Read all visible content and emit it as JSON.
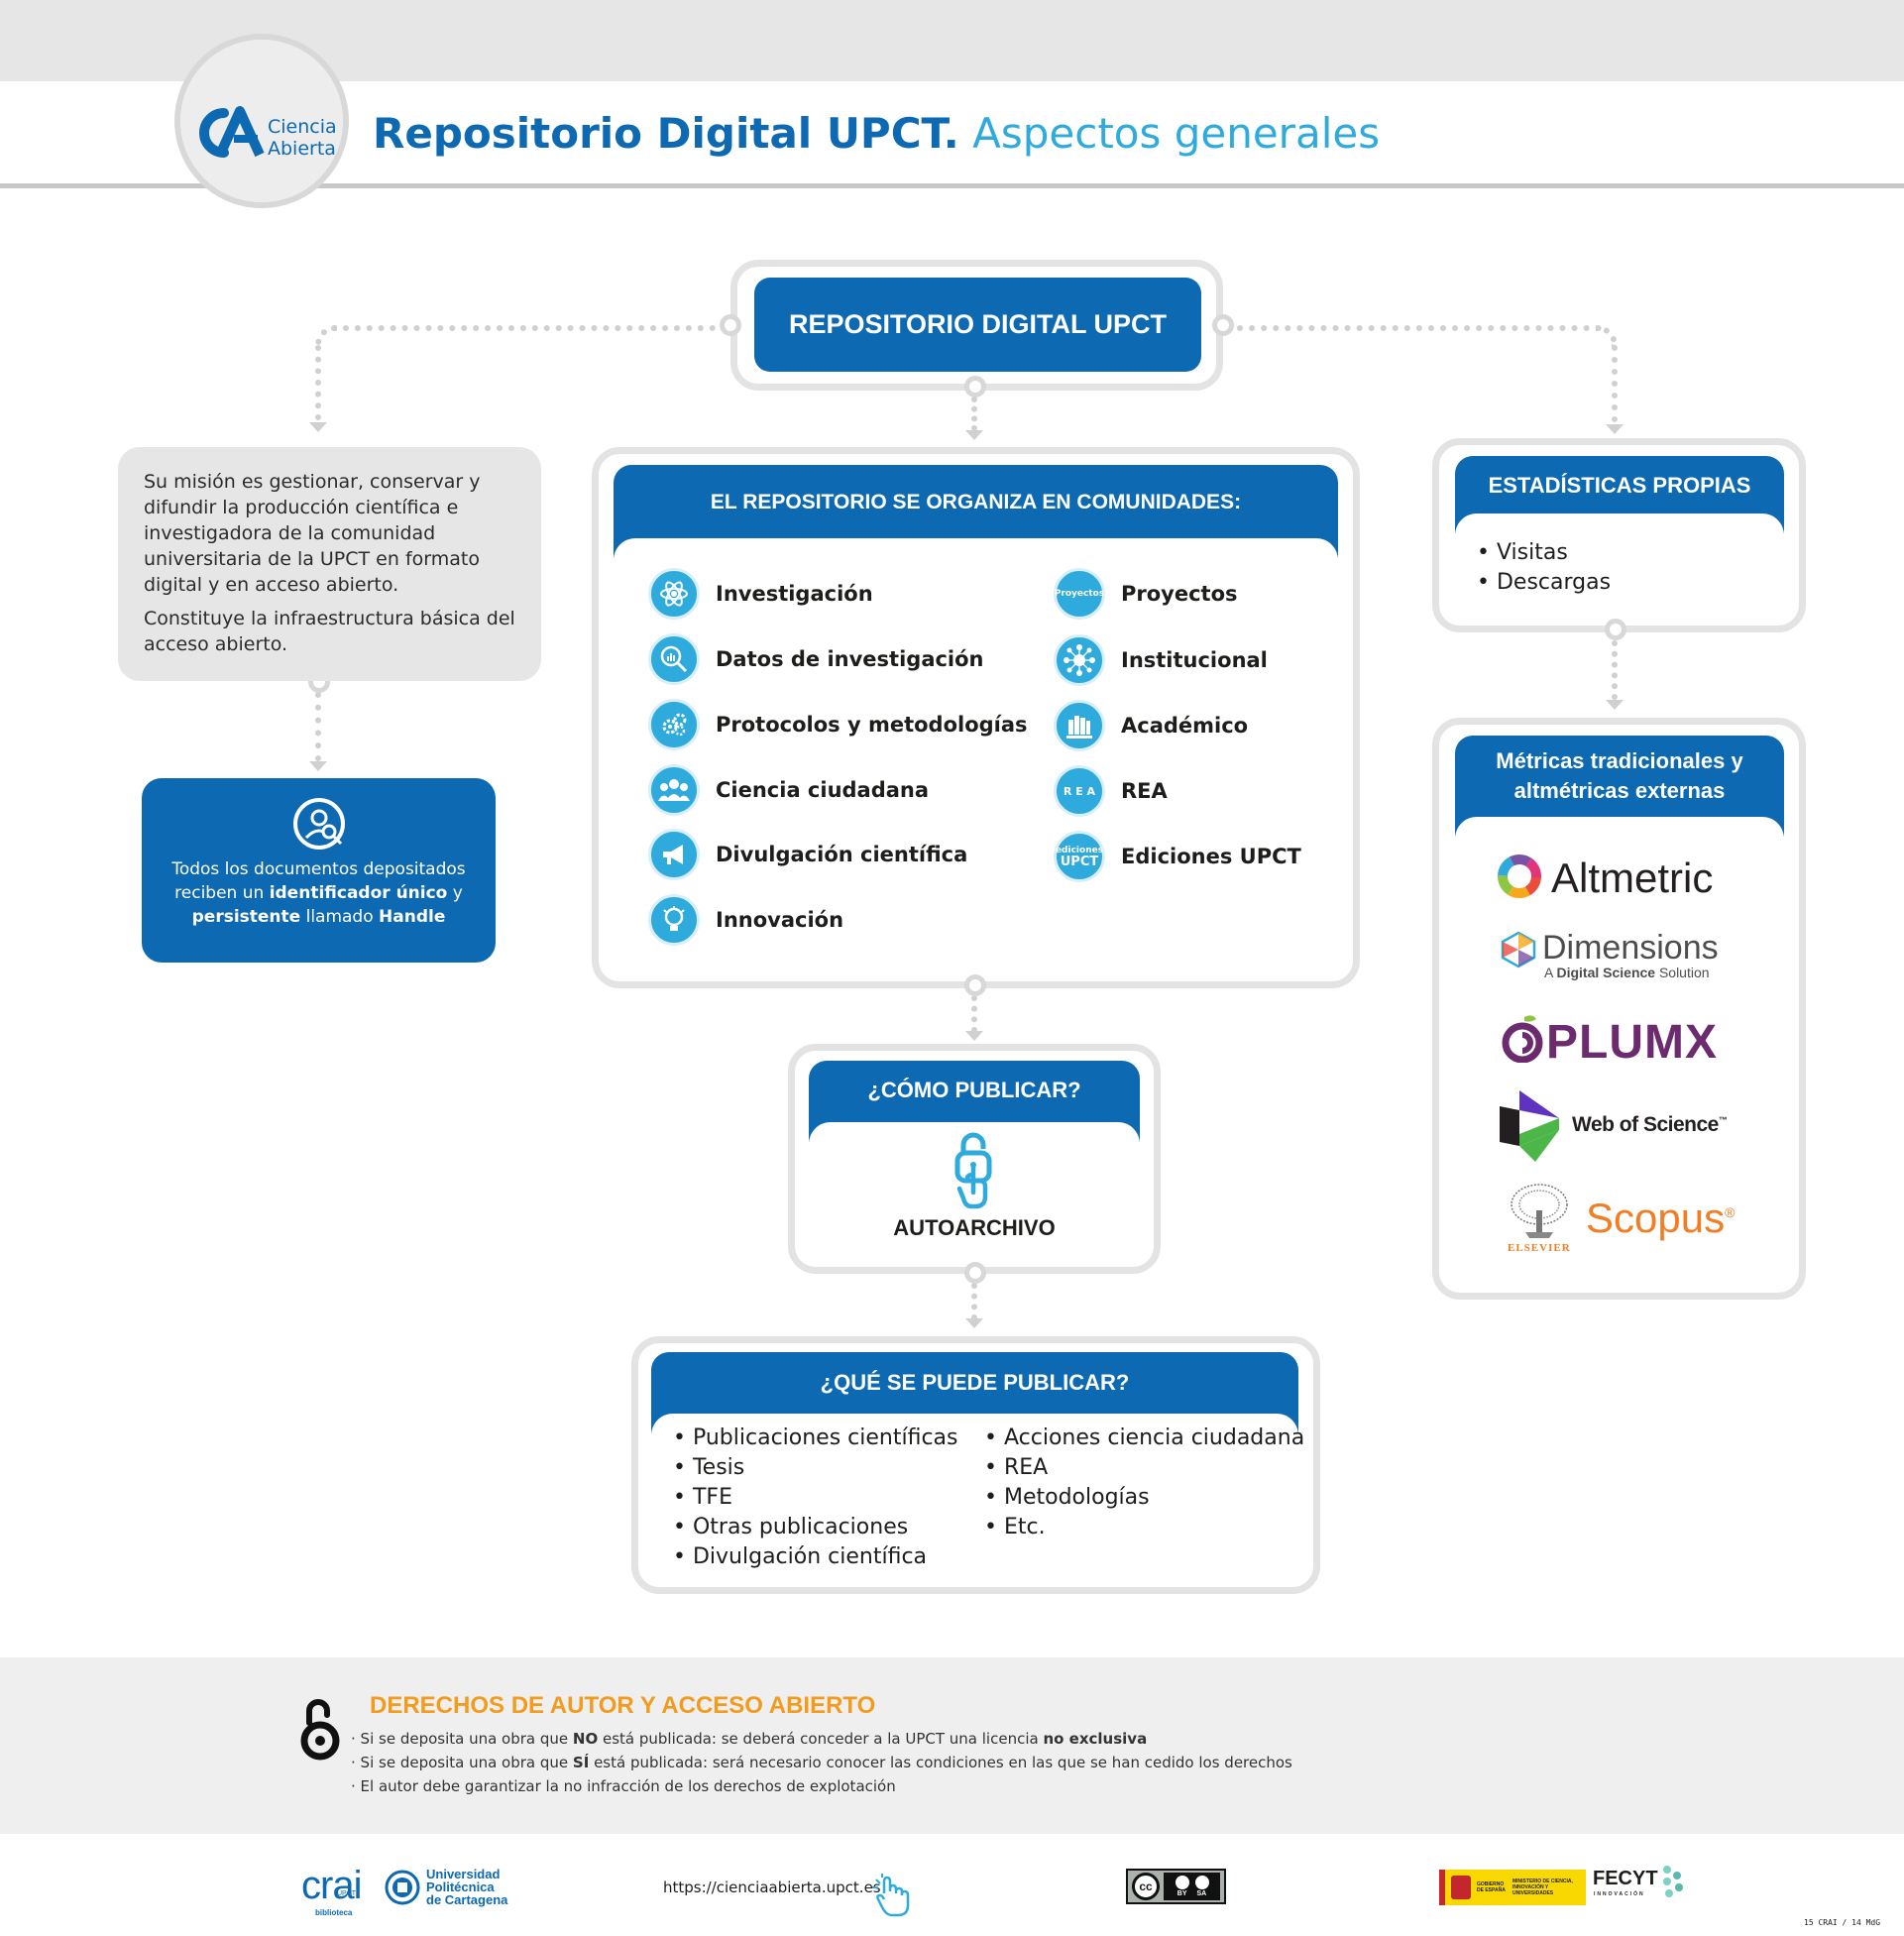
{
  "header": {
    "logo_line1": "Ciencia",
    "logo_line2": "Abierta",
    "title_bold": "Repositorio Digital UPCT.",
    "title_light": "Aspectos generales"
  },
  "repo_title": "REPOSITORIO DIGITAL UPCT",
  "mission": {
    "p1": "Su misión es gestionar, conservar y difundir la producción científica e investigadora de la comunidad universitaria de la UPCT en formato digital y en acceso abierto.",
    "p2": "Constituye la infraestructura básica del acceso abierto."
  },
  "handle": {
    "t1": "Todos los documentos depositados reciben un ",
    "b1": "identificador único",
    "t2": " y ",
    "b2": "persistente",
    "t3": " llamado ",
    "b3": "Handle"
  },
  "communities": {
    "title_a": "EL REPOSITORIO SE ORGANIZA EN ",
    "title_b": "COMUNIDADES:",
    "left": [
      "Investigación",
      "Datos de investigación",
      "Protocolos y metodologías",
      "Ciencia ciudadana",
      "Divulgación científica",
      "Innovación"
    ],
    "right": [
      "Proyectos",
      "Institucional",
      "Académico",
      "REA",
      "Ediciones UPCT"
    ],
    "icon_text_proyectos": "Proyectos",
    "icon_text_rea": "R E A",
    "icon_text_ed1": "ediciones",
    "icon_text_ed2": "UPCT"
  },
  "publish": {
    "title": "¿CÓMO PUBLICAR?",
    "label": "AUTOARCHIVO"
  },
  "what": {
    "title": "¿QUÉ SE PUEDE PUBLICAR?",
    "left": [
      "Publicaciones científicas",
      "Tesis",
      "TFE",
      "Otras publicaciones",
      "Divulgación científica"
    ],
    "right": [
      "Acciones ciencia ciudadana",
      "REA",
      "Metodologías",
      "Etc."
    ]
  },
  "stats": {
    "title": "ESTADÍSTICAS PROPIAS",
    "items": [
      "Visitas",
      "Descargas"
    ]
  },
  "metrics": {
    "title": "Métricas tradicionales y altmétricas externas",
    "altmetric": "Altmetric",
    "dimensions": "Dimensions",
    "dimensions_sub_a": "A ",
    "dimensions_sub_b": "Digital Science",
    "dimensions_sub_c": " Solution",
    "plumx": "PLUMX",
    "wos": "Web of Science",
    "wos_tm": "™",
    "scopus": "Scopus",
    "scopus_reg": "®",
    "elsevier": "ELSEVIER"
  },
  "rights": {
    "title": "DERECHOS DE AUTOR Y ACCESO ABIERTO",
    "i1a": "Si se deposita una obra que ",
    "i1b": "NO",
    "i1c": " está publicada: se deberá conceder a la UPCT una licencia ",
    "i1d": "no exclusiva",
    "i2a": "Si se deposita una obra que ",
    "i2b": "SÍ",
    "i2c": " está publicada: será necesario conocer las condiciones en las que se han cedido los derechos",
    "i3": "El autor debe garantizar la no infracción de los derechos de explotación"
  },
  "footer": {
    "crai": "crai",
    "crai_sub": "UPCT",
    "crai_sub2": "biblioteca",
    "upct1": "Universidad",
    "upct2": "Politécnica",
    "upct3": "de Cartagena",
    "url": "https://cienciaabierta.upct.es",
    "cc": "cc",
    "cc_by": "BY",
    "cc_sa": "SA",
    "gob": "GOBIERNO DE ESPAÑA",
    "ministerio": "MINISTERIO DE CIENCIA, INNOVACIÓN Y UNIVERSIDADES",
    "fecyt": "FECYT",
    "fecyt_sub": "INNOVACIÓN",
    "code": "15 CRAI / 14 MdG"
  },
  "colors": {
    "primary_blue": "#0d69b2",
    "light_blue": "#2eaadc",
    "orange": "#f29b1e",
    "grey": "#e6e6e6"
  }
}
